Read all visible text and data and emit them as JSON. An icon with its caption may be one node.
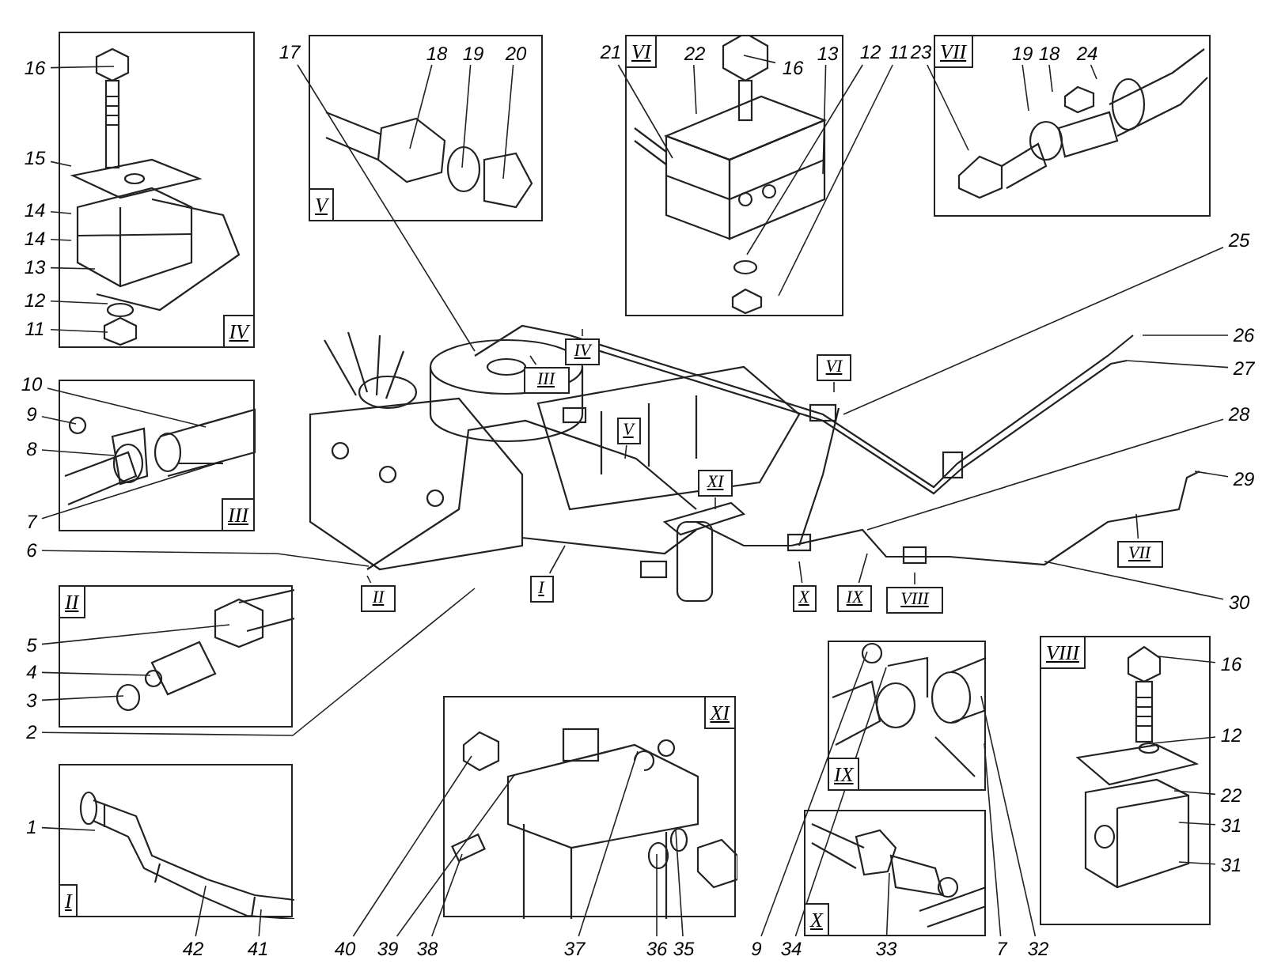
{
  "diagram": {
    "nodes": [
      {
        "text": [
          "IV"
        ]
      },
      {
        "text": [
          "V"
        ]
      },
      {
        "text": [
          "VI"
        ]
      },
      {
        "text": [
          "VII"
        ]
      },
      {
        "text": [],
        "shape": "picture"
      },
      {
        "text": [
          "IV"
        ],
        "in": 4
      },
      {
        "text": [
          "III"
        ],
        "in": 4
      },
      {
        "text": [
          "V"
        ],
        "in": 4
      },
      {
        "text": [
          "VI"
        ],
        "in": 4
      },
      {
        "text": [
          "XI"
        ],
        "in": 4
      },
      {
        "text": [
          "II"
        ],
        "in": 4
      },
      {
        "text": [
          "I"
        ],
        "in": 4
      },
      {
        "text": [
          "X"
        ],
        "in": 4
      },
      {
        "text": [
          "IX"
        ],
        "in": 4
      },
      {
        "text": [
          "VIII"
        ],
        "in": 4
      },
      {
        "text": [
          "VII"
        ],
        "in": 4
      },
      {
        "text": [
          "III"
        ]
      },
      {
        "text": [
          "II"
        ]
      },
      {
        "text": [
          "I"
        ]
      },
      {
        "text": [
          "XI"
        ]
      },
      {
        "text": [
          "IX"
        ]
      },
      {
        "text": [
          "X"
        ]
      },
      {
        "text": [
          "VIII"
        ]
      },
      {
        "text": [
          "16"
        ]
      },
      {
        "text": [
          "15"
        ]
      },
      {
        "text": [
          "14"
        ]
      },
      {
        "text": [
          "14"
        ]
      },
      {
        "text": [
          "13"
        ]
      },
      {
        "text": [
          "12"
        ]
      },
      {
        "text": [
          "11"
        ]
      },
      {
        "text": [
          "17"
        ]
      },
      {
        "text": [
          "18"
        ],
        "in": 1
      },
      {
        "text": [
          "19"
        ],
        "in": 1
      },
      {
        "text": [
          "20"
        ],
        "in": 1
      },
      {
        "text": [
          "21"
        ]
      },
      {
        "text": [
          "22"
        ],
        "in": 2
      },
      {
        "text": [
          "16"
        ],
        "in": 2
      },
      {
        "text": [
          "13"
        ],
        "in": 2
      },
      {
        "text": [
          "12"
        ]
      },
      {
        "text": [
          "11"
        ]
      },
      {
        "text": [
          "23"
        ]
      },
      {
        "text": [
          "19"
        ],
        "in": 3
      },
      {
        "text": [
          "18"
        ],
        "in": 3
      },
      {
        "text": [
          "24"
        ],
        "in": 3
      },
      {
        "text": [
          "25"
        ]
      },
      {
        "text": [
          "26"
        ]
      },
      {
        "text": [
          "27"
        ]
      },
      {
        "text": [
          "10"
        ]
      },
      {
        "text": [
          "9"
        ]
      },
      {
        "text": [
          "8"
        ]
      },
      {
        "text": [
          "28"
        ]
      },
      {
        "text": [
          "29"
        ]
      },
      {
        "text": [
          "7"
        ]
      },
      {
        "text": [
          "6"
        ]
      },
      {
        "text": [
          "30"
        ]
      },
      {
        "text": [
          "5"
        ]
      },
      {
        "text": [
          "4"
        ]
      },
      {
        "text": [
          "3"
        ]
      },
      {
        "text": [
          "2"
        ]
      },
      {
        "text": [
          "1"
        ]
      },
      {
        "text": [
          "42"
        ]
      },
      {
        "text": [
          "41"
        ]
      },
      {
        "text": [
          "40"
        ]
      },
      {
        "text": [
          "39"
        ]
      },
      {
        "text": [
          "38"
        ]
      },
      {
        "text": [
          "37"
        ]
      },
      {
        "text": [
          "36"
        ]
      },
      {
        "text": [
          "35"
        ]
      },
      {
        "text": [
          "9"
        ]
      },
      {
        "text": [
          "34"
        ]
      },
      {
        "text": [
          "33"
        ]
      },
      {
        "text": [
          "7"
        ]
      },
      {
        "text": [
          "32"
        ]
      },
      {
        "text": [
          "16"
        ]
      },
      {
        "text": [
          "12"
        ]
      },
      {
        "text": [
          "22"
        ]
      },
      {
        "text": [
          "31"
        ]
      },
      {
        "text": [
          "31"
        ]
      }
    ],
    "edges": [
      {
        "from": 5,
        "to": 4,
        "arrow": "none"
      },
      {
        "from": 6,
        "to": 4,
        "arrow": "none"
      },
      {
        "from": 7,
        "to": 4,
        "arrow": "none"
      },
      {
        "from": 8,
        "to": 4,
        "arrow": "none"
      },
      {
        "from": 9,
        "to": 4,
        "arrow": "none"
      },
      {
        "from": 10,
        "to": 4,
        "arrow": "none"
      },
      {
        "from": 11,
        "to": 4,
        "arrow": "none"
      },
      {
        "from": 12,
        "to": 4,
        "arrow": "none"
      },
      {
        "from": 13,
        "to": 4,
        "arrow": "none"
      },
      {
        "from": 14,
        "to": 4,
        "arrow": "none"
      },
      {
        "from": 15,
        "to": 4,
        "arrow": "none"
      },
      {
        "from": 23,
        "to": 0,
        "arrow": "none"
      },
      {
        "from": 24,
        "to": 0,
        "arrow": "none"
      },
      {
        "from": 25,
        "to": 0,
        "arrow": "none"
      },
      {
        "from": 26,
        "to": 0,
        "arrow": "none"
      },
      {
        "from": 27,
        "to": 0,
        "arrow": "none"
      },
      {
        "from": 28,
        "to": 0,
        "arrow": "none"
      },
      {
        "from": 29,
        "to": 0,
        "arrow": "none"
      },
      {
        "from": 30,
        "to": 4,
        "arrow": "none"
      },
      {
        "from": 31,
        "to": 1,
        "arrow": "none"
      },
      {
        "from": 32,
        "to": 1,
        "arrow": "none"
      },
      {
        "from": 33,
        "to": 1,
        "arrow": "none"
      },
      {
        "from": 34,
        "to": 2,
        "arrow": "none"
      },
      {
        "from": 35,
        "to": 2,
        "arrow": "none"
      },
      {
        "from": 36,
        "to": 2,
        "arrow": "none"
      },
      {
        "from": 37,
        "to": 2,
        "arrow": "none"
      },
      {
        "from": 38,
        "to": 2,
        "arrow": "none"
      },
      {
        "from": 39,
        "to": 2,
        "arrow": "none"
      },
      {
        "from": 40,
        "to": 3,
        "arrow": "none"
      },
      {
        "from": 41,
        "to": 3,
        "arrow": "none"
      },
      {
        "from": 42,
        "to": 3,
        "arrow": "none"
      },
      {
        "from": 43,
        "to": 3,
        "arrow": "none"
      },
      {
        "from": 44,
        "to": 4,
        "arrow": "none"
      },
      {
        "from": 45,
        "to": 4,
        "arrow": "none"
      },
      {
        "from": 46,
        "to": 4,
        "arrow": "none"
      },
      {
        "from": 47,
        "to": 16,
        "arrow": "none"
      },
      {
        "from": 48,
        "to": 16,
        "arrow": "none"
      },
      {
        "from": 49,
        "to": 16,
        "arrow": "none"
      },
      {
        "from": 50,
        "to": 4,
        "arrow": "none"
      },
      {
        "from": 51,
        "to": 4,
        "arrow": "none"
      },
      {
        "from": 52,
        "to": 16,
        "arrow": "none"
      },
      {
        "from": 53,
        "to": 4,
        "arrow": "none"
      },
      {
        "from": 54,
        "to": 4,
        "arrow": "none"
      },
      {
        "from": 55,
        "to": 17,
        "arrow": "none"
      },
      {
        "from": 56,
        "to": 17,
        "arrow": "none"
      },
      {
        "from": 57,
        "to": 17,
        "arrow": "none"
      },
      {
        "from": 58,
        "to": 4,
        "arrow": "none"
      },
      {
        "from": 59,
        "to": 18,
        "arrow": "none"
      },
      {
        "from": 60,
        "to": 18,
        "arrow": "none"
      },
      {
        "from": 61,
        "to": 18,
        "arrow": "none"
      },
      {
        "from": 62,
        "to": 19,
        "arrow": "none"
      },
      {
        "from": 63,
        "to": 19,
        "arrow": "none"
      },
      {
        "from": 64,
        "to": 19,
        "arrow": "none"
      },
      {
        "from": 65,
        "to": 19,
        "arrow": "none"
      },
      {
        "from": 66,
        "to": 19,
        "arrow": "none"
      },
      {
        "from": 67,
        "to": 19,
        "arrow": "none"
      },
      {
        "from": 68,
        "to": 20,
        "arrow": "none"
      },
      {
        "from": 69,
        "to": 20,
        "arrow": "none"
      },
      {
        "from": 70,
        "to": 21,
        "arrow": "none"
      },
      {
        "from": 71,
        "to": 20,
        "arrow": "none"
      },
      {
        "from": 72,
        "to": 20,
        "arrow": "none"
      },
      {
        "from": 73,
        "to": 22,
        "arrow": "none"
      },
      {
        "from": 74,
        "to": 22,
        "arrow": "none"
      },
      {
        "from": 75,
        "to": 22,
        "arrow": "none"
      },
      {
        "from": 76,
        "to": 22,
        "arrow": "none"
      },
      {
        "from": 77,
        "to": 22,
        "arrow": "none"
      }
    ]
  }
}
